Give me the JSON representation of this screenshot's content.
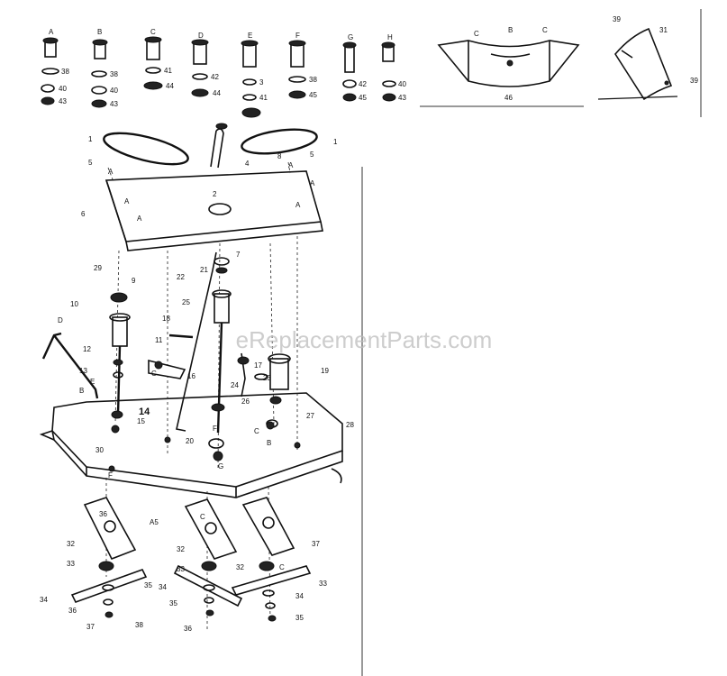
{
  "watermark": "eReplacementParts.com",
  "header_letters": [
    "A",
    "B",
    "C",
    "D",
    "E",
    "F",
    "G",
    "H"
  ],
  "header_callouts": [
    "38",
    "40",
    "43",
    "38",
    "40",
    "43",
    "41",
    "44",
    "42",
    "44",
    "3",
    "41",
    "38",
    "45",
    "42",
    "45",
    "40",
    "43"
  ],
  "inset_callouts": [
    "C",
    "B",
    "C",
    "46",
    "39",
    "31",
    "39"
  ],
  "main_callouts": [
    "1",
    "1",
    "5",
    "5",
    "8",
    "4",
    "2",
    "6",
    "A",
    "A",
    "A",
    "A",
    "A",
    "A",
    "7",
    "9",
    "10",
    "11",
    "12",
    "13",
    "14",
    "15",
    "16",
    "17",
    "18",
    "19",
    "20",
    "21",
    "22",
    "23",
    "24",
    "25",
    "26",
    "27",
    "28",
    "29",
    "30",
    "B",
    "B",
    "C",
    "C",
    "D",
    "E",
    "F",
    "F",
    "G",
    "A5"
  ],
  "blade_callouts": [
    "32",
    "33",
    "34",
    "35",
    "36",
    "37",
    "38",
    "32",
    "33",
    "34",
    "35",
    "36",
    "37",
    "32",
    "33",
    "34",
    "35",
    "36",
    "C",
    "C"
  ]
}
